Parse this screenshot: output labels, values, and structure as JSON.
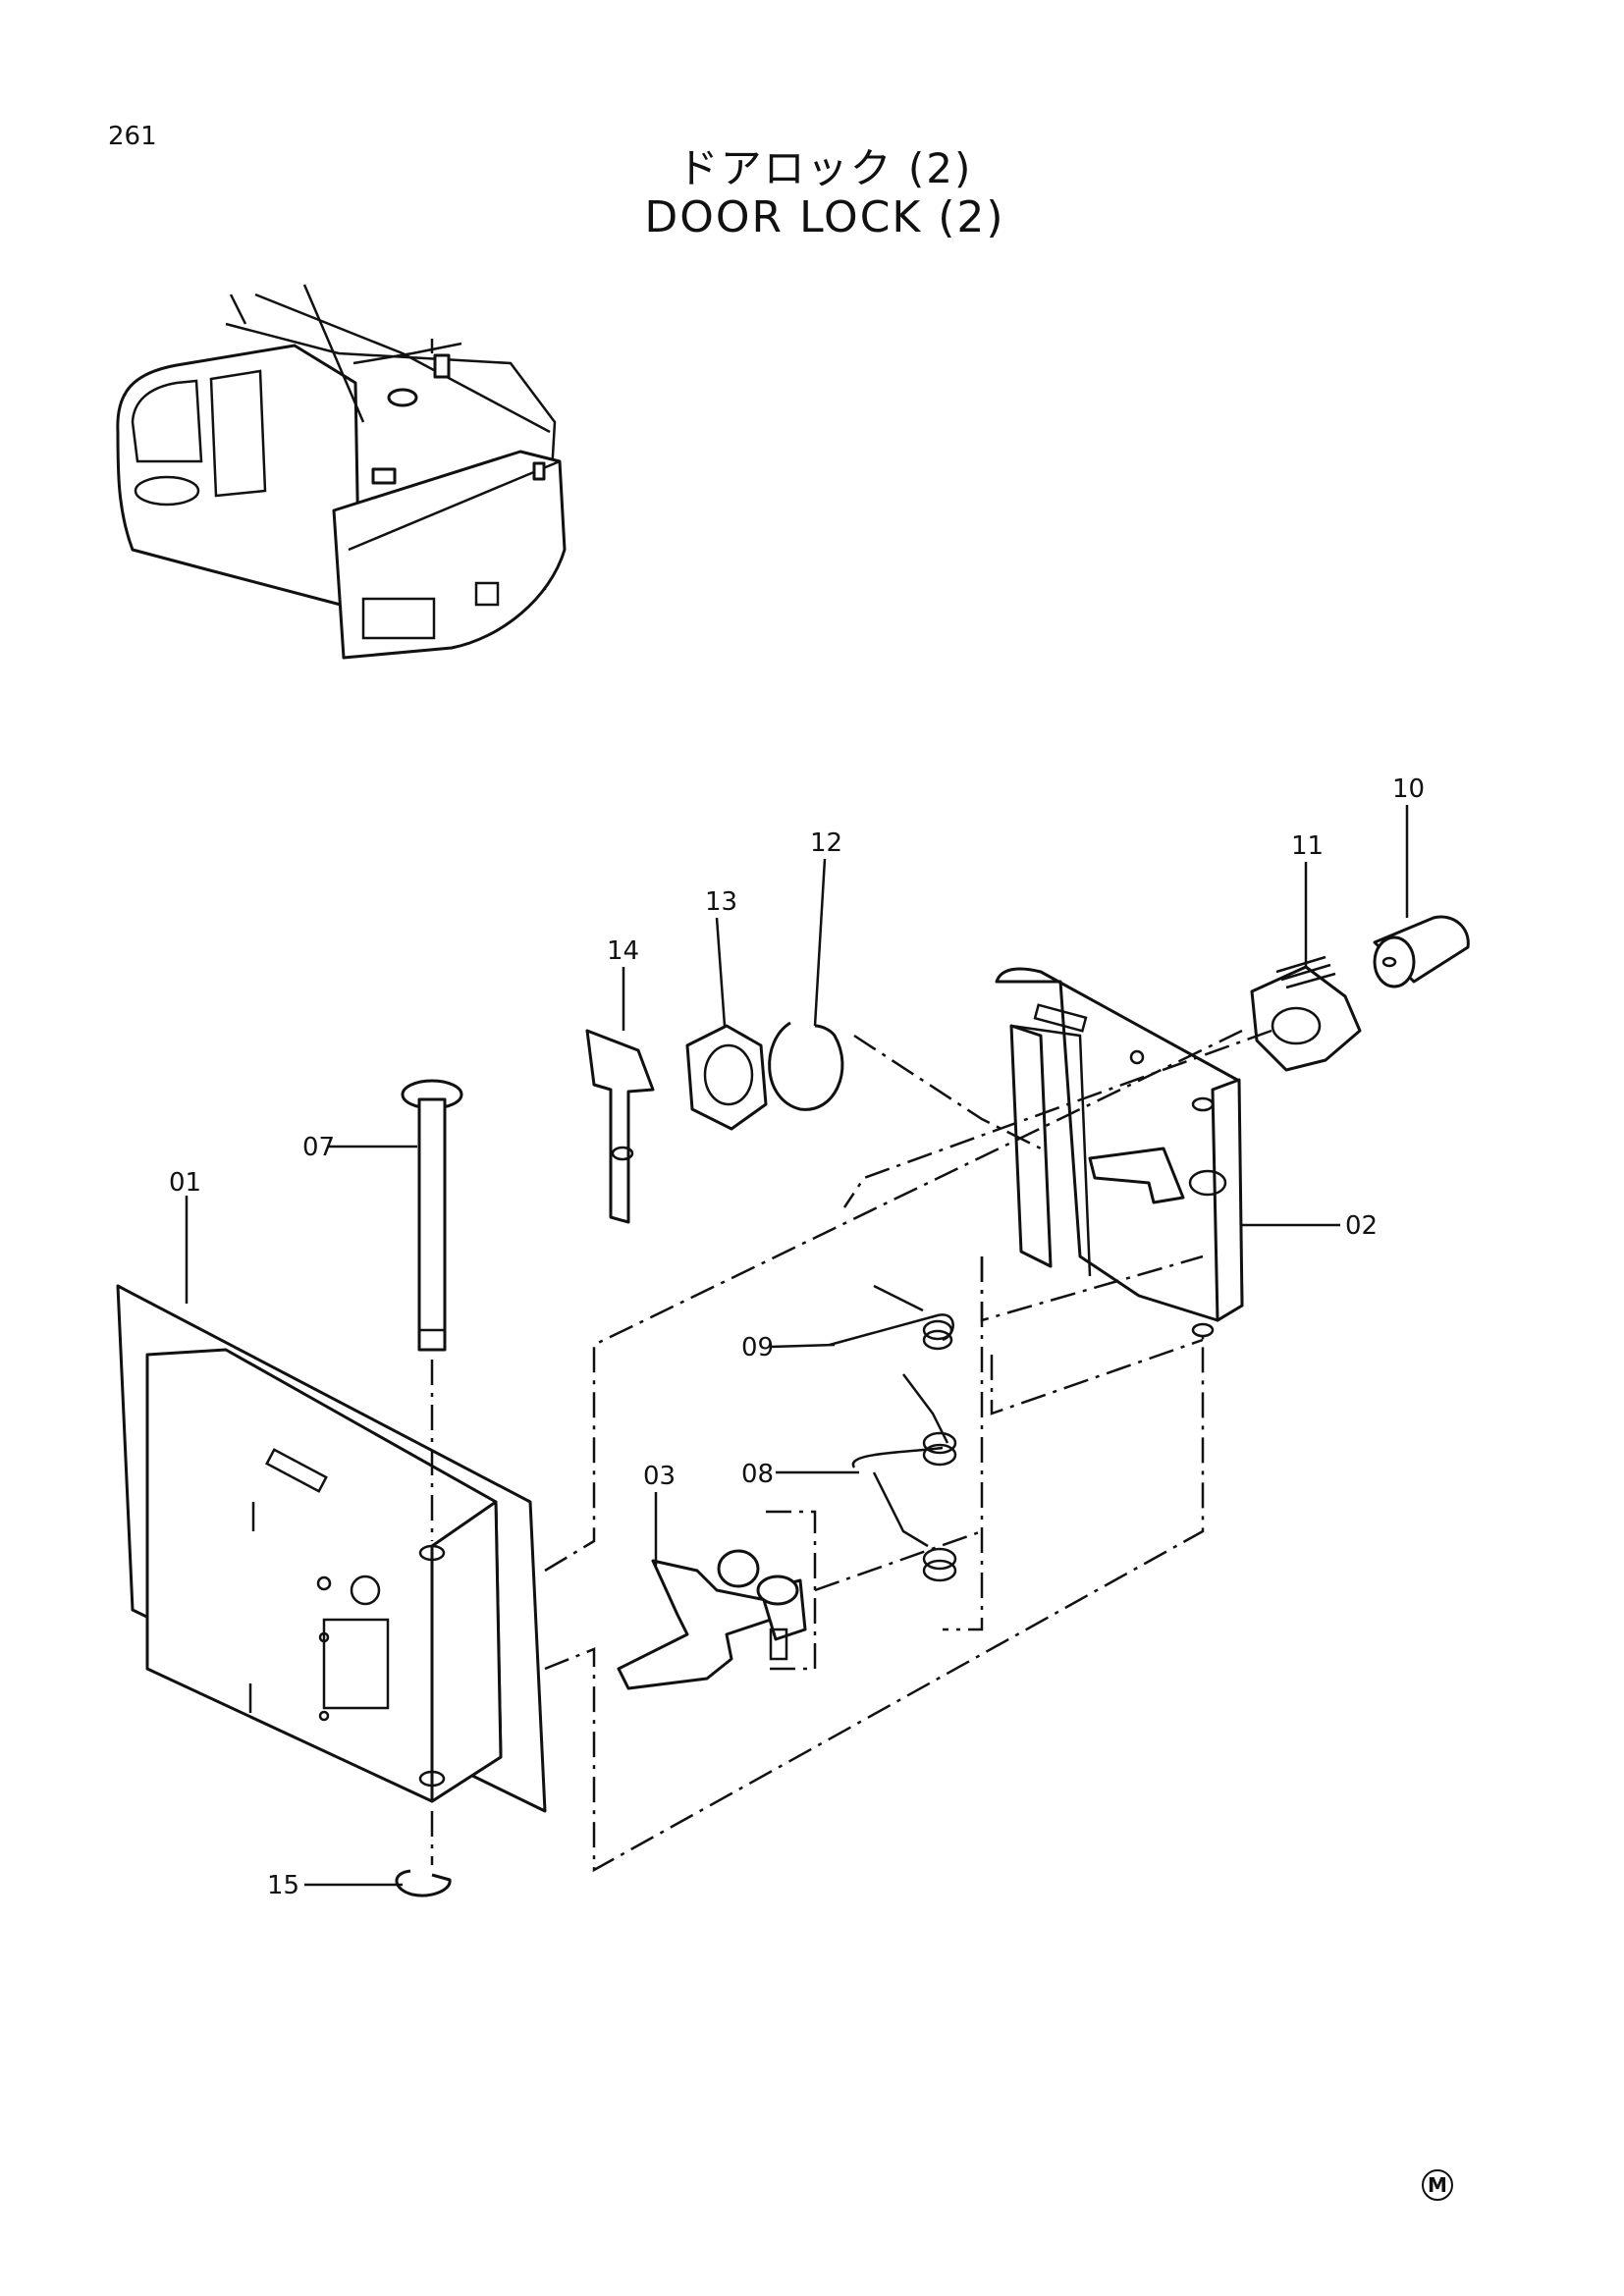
{
  "page": {
    "number": "261",
    "title_jp": "ドアロック (2)",
    "title_en": "DOOR LOCK (2)",
    "mark": "M"
  },
  "callouts": {
    "c01": "01",
    "c02": "02",
    "c03": "03",
    "c07": "07",
    "c08": "08",
    "c09": "09",
    "c10": "10",
    "c11": "11",
    "c12": "12",
    "c13": "13",
    "c14": "14",
    "c15": "15"
  }
}
